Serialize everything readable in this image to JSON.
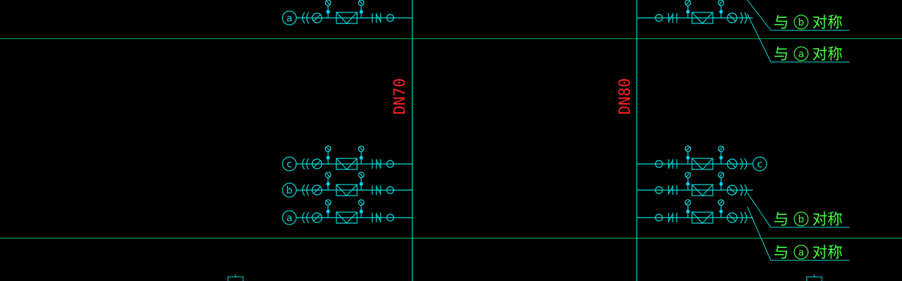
{
  "colors": {
    "background": "#000000",
    "gridline": "#00c050",
    "riser": "#00c8c8",
    "equipment": "#00e0e0",
    "node": "#00d8ff",
    "pipe_label": "#ff2020",
    "annotation": "#40ff40"
  },
  "pipe_labels": {
    "left": "DN70",
    "right": "DN80"
  },
  "left_units": [
    {
      "tag": "a"
    },
    {
      "tag": "c"
    },
    {
      "tag": "b"
    },
    {
      "tag": "a"
    }
  ],
  "right_units": [
    {
      "tag": ""
    },
    {
      "tag": "c"
    },
    {
      "tag": ""
    },
    {
      "tag": ""
    }
  ],
  "annotations": [
    {
      "prefix": "与",
      "tag": "b",
      "suffix": "对称"
    },
    {
      "prefix": "与",
      "tag": "a",
      "suffix": "对称"
    },
    {
      "prefix": "与",
      "tag": "b",
      "suffix": "对称"
    },
    {
      "prefix": "与",
      "tag": "a",
      "suffix": "对称"
    }
  ]
}
